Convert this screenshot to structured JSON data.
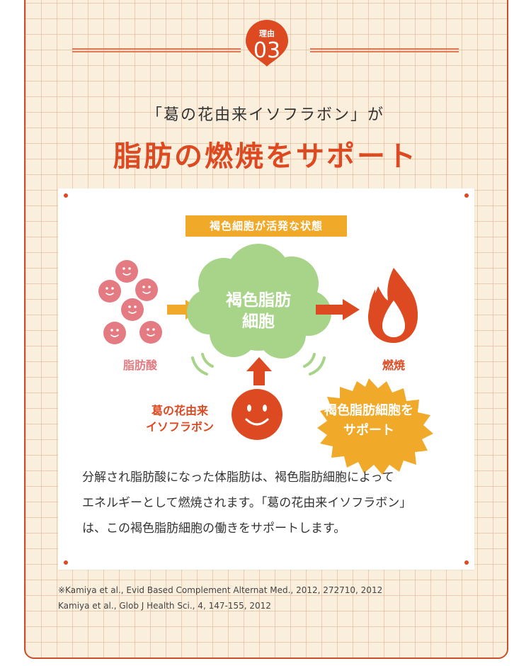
{
  "badge": {
    "label": "理由",
    "number": "03"
  },
  "heading": {
    "subtitle": "「葛の花由来イソフラボン」が",
    "title": "脂肪の燃焼をサポート"
  },
  "diagram": {
    "state_label": "褐色細胞が活発な状態",
    "cloud_line1": "褐色脂肪",
    "cloud_line2": "細胞",
    "fatty_acid_label": "脂肪酸",
    "burn_label": "燃焼",
    "kuzu_line1": "葛の花由来",
    "kuzu_line2": "イソフラボン",
    "burst_line1": "褐色脂肪細胞を",
    "burst_line2": "サポート",
    "icons": [
      "smile-face-icon",
      "arrow-right-icon",
      "flame-icon",
      "arrow-up-icon",
      "burst-star-icon",
      "wave-icon"
    ]
  },
  "body": {
    "line1": "分解され脂肪酸になった体脂肪は、褐色脂肪細胞によって",
    "line2": "エネルギーとして燃焼されます。「葛の花由来イソフラボン」",
    "line3": "は、この褐色脂肪細胞の働きをサポートします。"
  },
  "footnote": {
    "line1": "※Kamiya et al., Evid Based Complement Alternat Med., 2012, 272710, 2012",
    "line2": "Kamiya et al., Glob J Health Sci., 4, 147-155, 2012"
  },
  "colors": {
    "accent": "#dd4a21",
    "orange": "#f1a92a",
    "green": "#a8d48a",
    "pink": "#e47b83",
    "background": "#faeedd"
  }
}
